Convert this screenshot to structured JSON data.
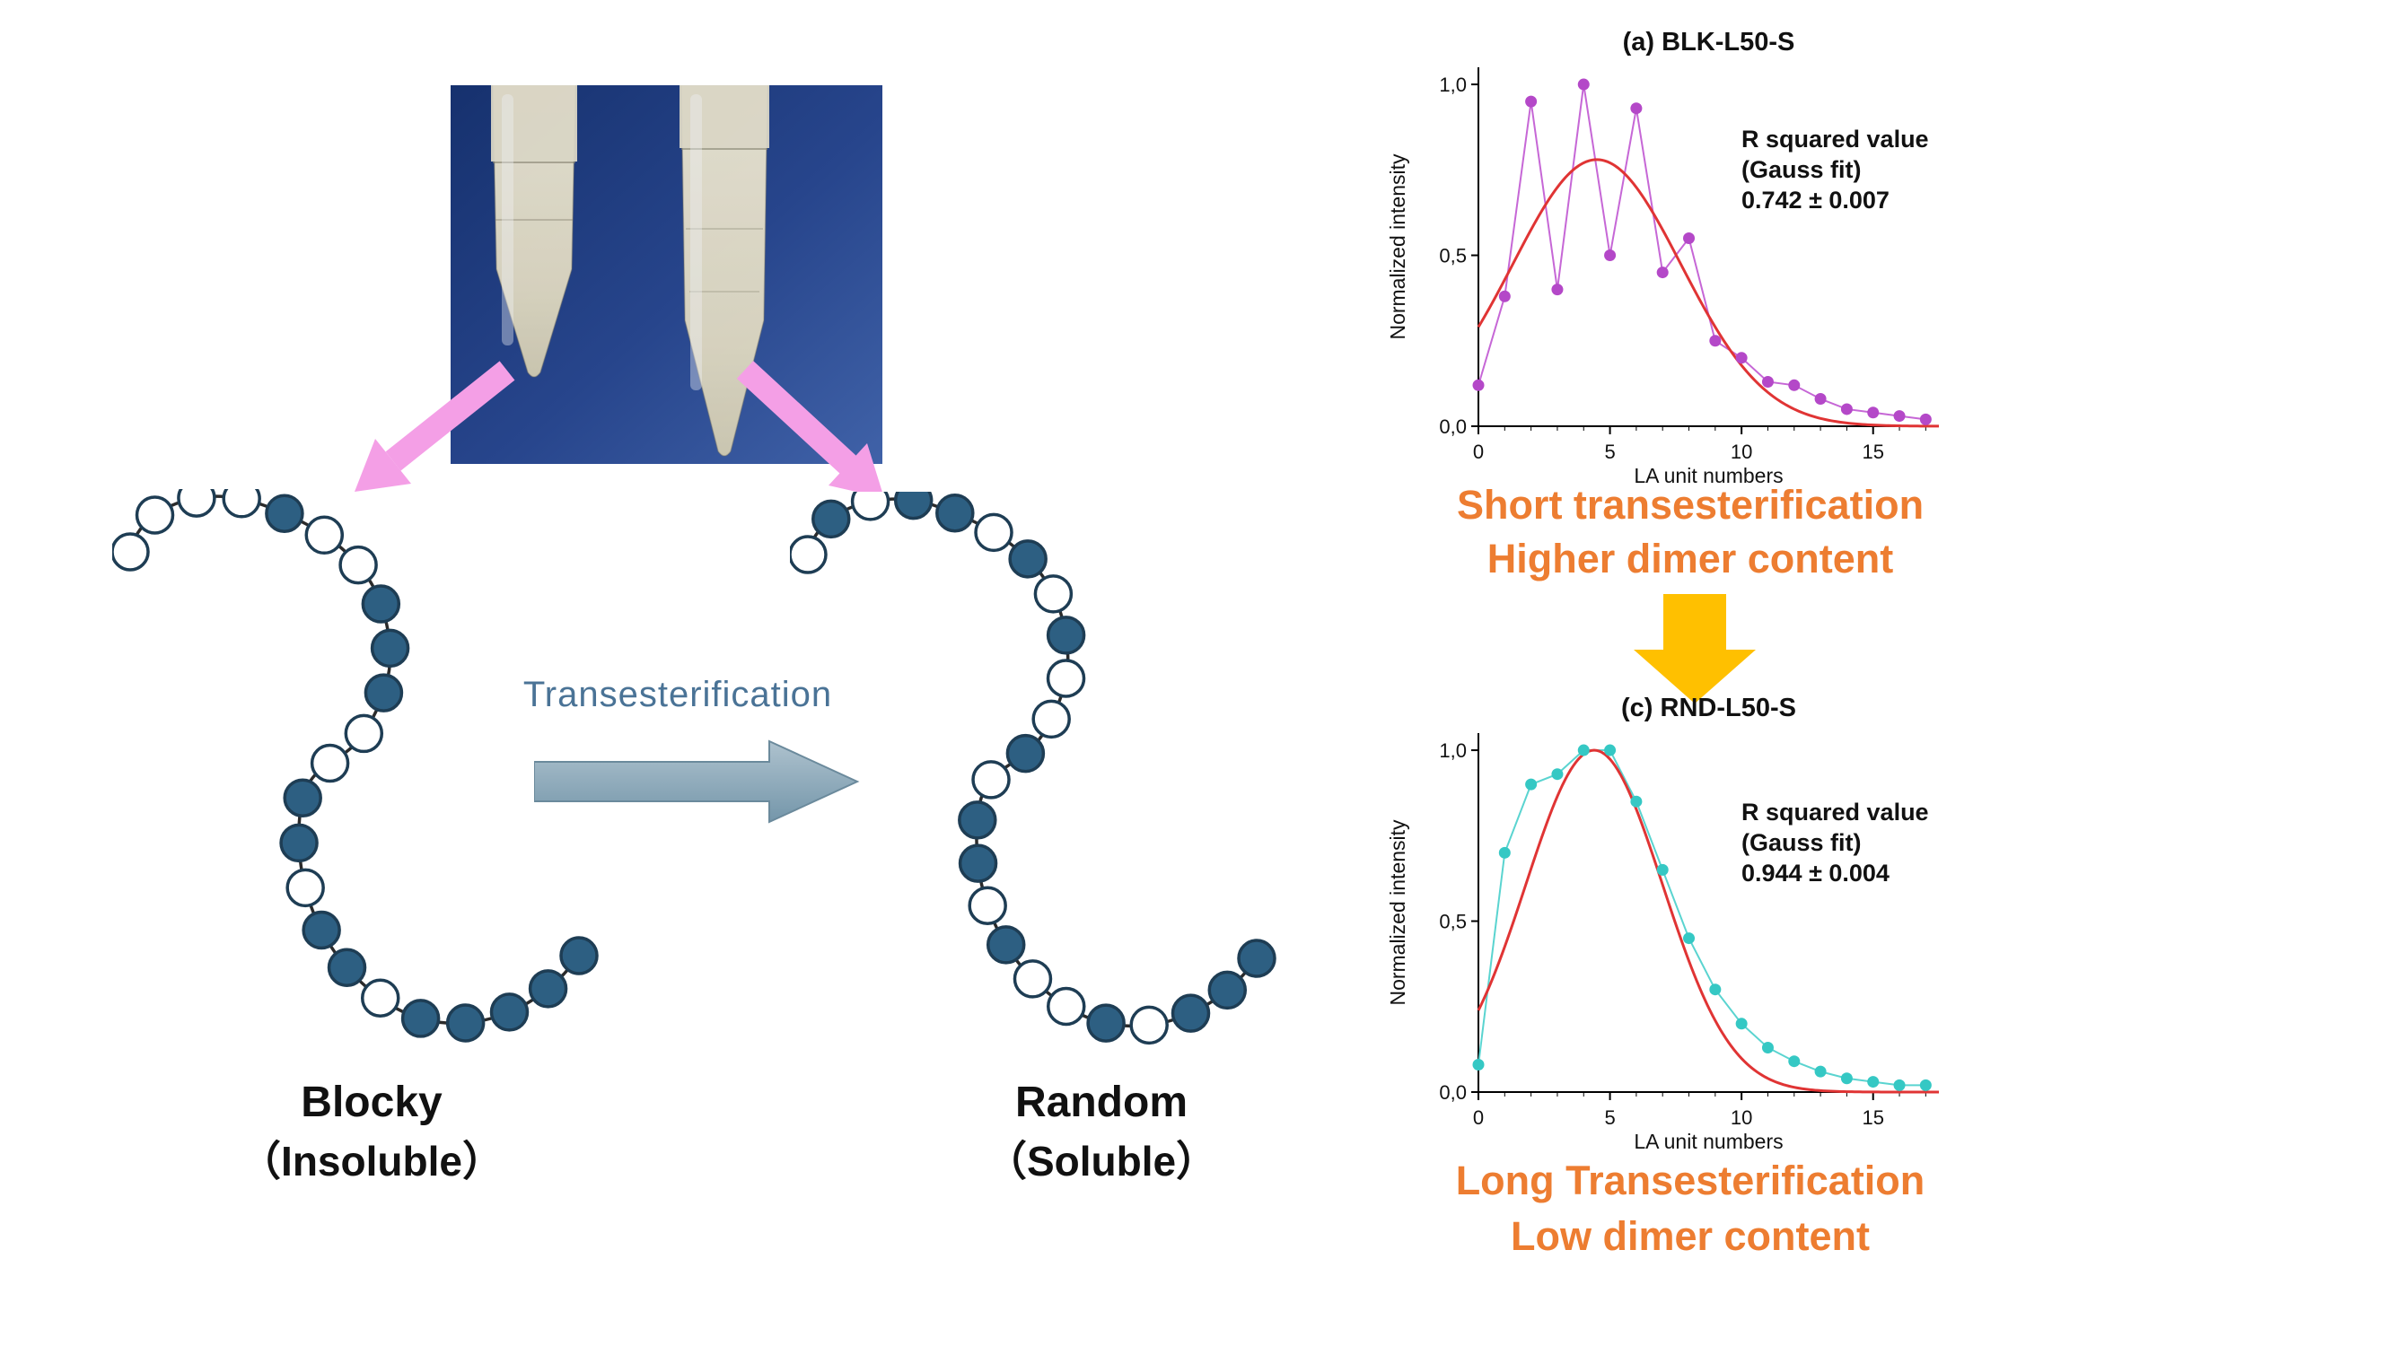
{
  "figure": {
    "left": {
      "transform_label": "Transesterification",
      "blocky_title": "Blocky",
      "blocky_subtitle": "（Insoluble）",
      "random_title": "Random",
      "random_subtitle": "（Soluble）",
      "bead_fill_color": "#2D5F82",
      "bead_open_color": "#FFFFFF",
      "bead_stroke_color": "#1E3D54",
      "blocky_beads": "OOOOFOOFFFOOFFOFFOFFFFF",
      "random_beads": "OFOFFOFOFOOFOFFOFOOFOFFF",
      "pink_arrow_color": "#F49FE6",
      "gray_arrow_fill": "#8FABBC",
      "gray_arrow_stroke": "#6B8A9C"
    },
    "right": {
      "caption_top_line1": "Short transesterification",
      "caption_top_line2": "Higher dimer content",
      "caption_bottom_line1": "Long Transesterification",
      "caption_bottom_line2": "Low dimer content",
      "caption_color": "#ED7D31",
      "down_arrow_color": "#FFC000"
    }
  },
  "chart_data": [
    {
      "type": "scatter",
      "title": "(a) BLK-L50-S",
      "xlabel": "LA unit numbers",
      "ylabel": "Normalized intensity",
      "xlim": [
        0,
        17.5
      ],
      "ylim": [
        0,
        1.05
      ],
      "xticks": [
        0,
        5,
        10,
        15
      ],
      "yticks": [
        {
          "v": 0.0,
          "label": "0,0"
        },
        {
          "v": 0.5,
          "label": "0,5"
        },
        {
          "v": 1.0,
          "label": "1,0"
        }
      ],
      "annotation": [
        "R squared value",
        "(Gauss fit)",
        "0.742 ± 0.007"
      ],
      "point_color": "#B448C8",
      "line_color": "#C667D6",
      "fit_color": "#E03434",
      "grid": false,
      "legend": "none",
      "x": [
        0,
        1,
        2,
        3,
        4,
        5,
        6,
        7,
        8,
        9,
        10,
        11,
        12,
        13,
        14,
        15,
        16,
        17
      ],
      "y": [
        0.12,
        0.38,
        0.95,
        0.4,
        1.0,
        0.5,
        0.93,
        0.45,
        0.55,
        0.25,
        0.2,
        0.13,
        0.12,
        0.08,
        0.05,
        0.04,
        0.03,
        0.02
      ],
      "gauss_fit": {
        "amplitude": 0.78,
        "center": 4.5,
        "sigma": 3.2
      }
    },
    {
      "type": "scatter",
      "title": "(c) RND-L50-S",
      "xlabel": "LA unit numbers",
      "ylabel": "Normalized intensity",
      "xlim": [
        0,
        17.5
      ],
      "ylim": [
        0,
        1.05
      ],
      "xticks": [
        0,
        5,
        10,
        15
      ],
      "yticks": [
        {
          "v": 0.0,
          "label": "0,0"
        },
        {
          "v": 0.5,
          "label": "0,5"
        },
        {
          "v": 1.0,
          "label": "1,0"
        }
      ],
      "annotation": [
        "R squared value",
        "(Gauss fit)",
        "0.944 ± 0.004"
      ],
      "point_color": "#35C8C4",
      "line_color": "#5AD4D0",
      "fit_color": "#E03434",
      "grid": false,
      "legend": "none",
      "x": [
        0,
        1,
        2,
        3,
        4,
        5,
        6,
        7,
        8,
        9,
        10,
        11,
        12,
        13,
        14,
        15,
        16,
        17
      ],
      "y": [
        0.08,
        0.7,
        0.9,
        0.93,
        1.0,
        1.0,
        0.85,
        0.65,
        0.45,
        0.3,
        0.2,
        0.13,
        0.09,
        0.06,
        0.04,
        0.03,
        0.02,
        0.02
      ],
      "gauss_fit": {
        "amplitude": 1.0,
        "center": 4.4,
        "sigma": 2.6
      }
    }
  ]
}
